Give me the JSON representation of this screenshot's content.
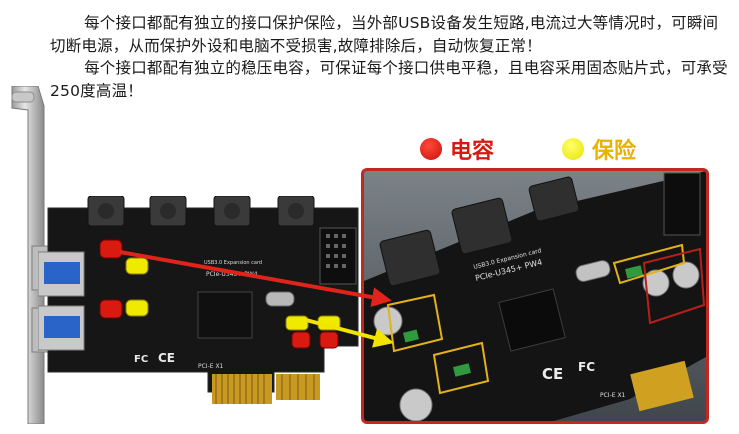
{
  "description": {
    "paragraph1": "每个接口都配有独立的接口保护保险，当外部USB设备发生短路,电流过大等情况时，可瞬间切断电源，从而保护外设和电脑不受损害,故障排除后，自动恢复正常！",
    "paragraph2": "每个接口都配有独立的稳压电容，可保证每个接口供电平稳，且电容采用固态贴片式，可承受250度高温！"
  },
  "legend": {
    "capacitor_label": "电容",
    "fuse_label": "保险"
  },
  "board": {
    "chip_label": "USB3.0 Expansion card",
    "model_label": "PCIe-U345+ PW4",
    "slot_label": "PCI-E X1",
    "zoom_chip_label": "USB3.0 Expansion card",
    "zoom_model_label": "PCIe-U345+ PW4",
    "zoom_slot_label": "PCI-E X1"
  },
  "colors": {
    "capacitor": "#d51a12",
    "fuse": "#e7e200",
    "pcb": "#151515",
    "frame": "#c22821",
    "gold": "#d8a320"
  }
}
